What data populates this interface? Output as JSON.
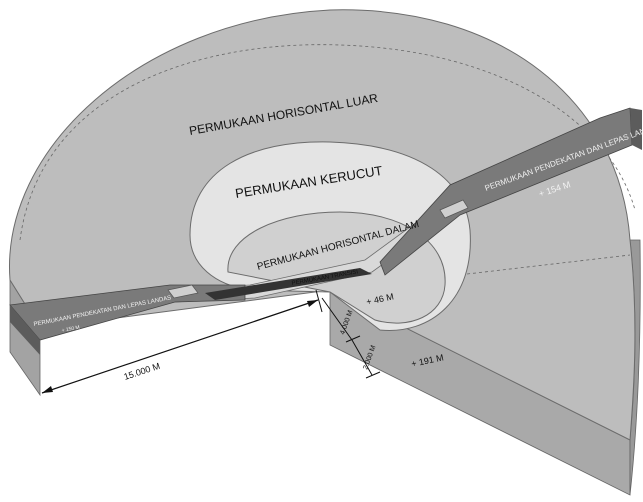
{
  "surfaces": {
    "outer_horizontal": "PERMUKAAN HORISONTAL LUAR",
    "conical": "PERMUKAAN KERUCUT",
    "inner_horizontal": "PERMUKAAN HORISONTAL DALAM",
    "transitional": "PERMUKAAN TRANSISI",
    "approach_left": "PERMUKAAN PENDEKATAN DAN LEPAS LANDAS",
    "approach_right": "PERMUKAAN PENDEKATAN DAN LEPAS LANDAS"
  },
  "heights": {
    "approach_right": "+ 154 M",
    "approach_left": "+ 150 M",
    "inner": "+ 46 M",
    "outer": "+ 191 M"
  },
  "dimensions": {
    "length": "15.000 M",
    "radius_inner": "4.000 M",
    "radius_step": "2.000 M"
  },
  "colors": {
    "outer_surface": "#bdbdbd",
    "cone_surface": "#e4e4e4",
    "inner_surface": "#d0d0d0",
    "approach_band": "#7a7a7a",
    "side_wall": "#a9a9a9"
  }
}
